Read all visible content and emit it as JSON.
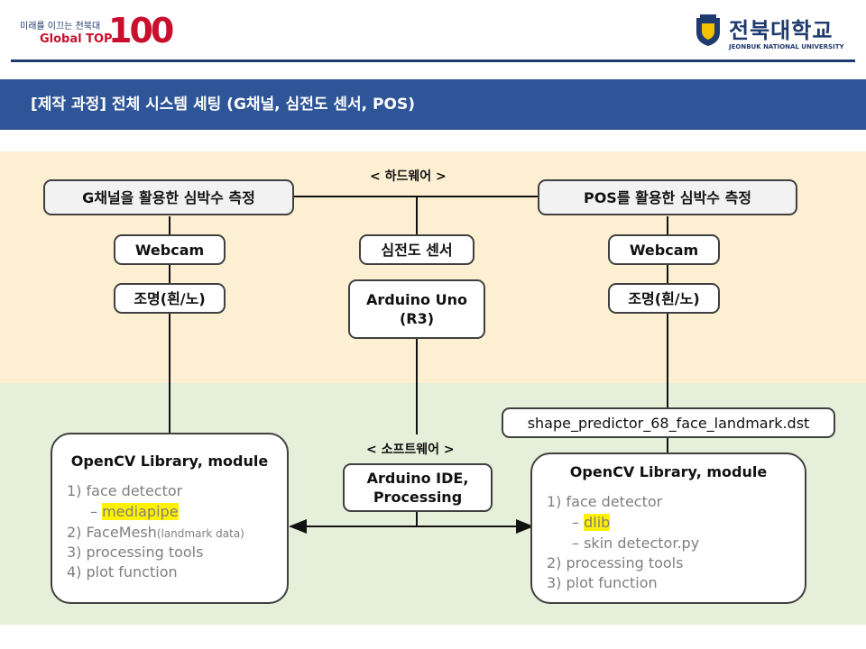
{
  "header": {
    "logo_left_tag": "미래를 이끄는 전북대",
    "logo_left_sub": "Global TOP",
    "logo_left_big": "100",
    "logo_right_name": "전북대학교",
    "logo_right_eng": "JEONBUK NATIONAL UNIVERSITY"
  },
  "title": "[제작 과정] 전체 시스템 세팅 (G채널, 심전도 센서, POS)",
  "hardware": {
    "label": "< 하드웨어 >",
    "g_channel": "G채널을 활용한 심박수 측정",
    "pos": "POS를 활용한 심박수 측정",
    "webcam_left": "Webcam",
    "webcam_right": "Webcam",
    "light_left": "조명(흰/노)",
    "light_right": "조명(흰/노)",
    "ecg_sensor": "심전도 센서",
    "arduino_uno_line1": "Arduino Uno",
    "arduino_uno_line2": "(R3)"
  },
  "software": {
    "label": "< 소프트웨어 >",
    "shape_predictor": "shape_predictor_68_face_landmark.dst",
    "arduino_ide_line1": "Arduino IDE,",
    "arduino_ide_line2": "Processing",
    "left_lib": {
      "title": "OpenCV Library, module",
      "item1": "1)   face detector",
      "item1_sub_prefix": "– ",
      "item1_sub": "mediapipe",
      "item2_main": "2) FaceMesh",
      "item2_small": "(landmark data)",
      "item3": "3) processing tools",
      "item4": "4) plot function"
    },
    "right_lib": {
      "title": "OpenCV Library, module",
      "item1": "1)   face detector",
      "item1_sub_prefix": "– ",
      "item1_sub": "dlib",
      "item1_sub2": "– skin detector.py",
      "item2": "2) processing tools",
      "item3": "3) plot function"
    }
  },
  "colors": {
    "title_bar": "#2e5597",
    "hardware_bg": "#fdf0d2",
    "software_bg": "#e6efd9",
    "highlight": "#fff200",
    "brand_red": "#c8102e",
    "brand_navy": "#1f3a6e"
  }
}
